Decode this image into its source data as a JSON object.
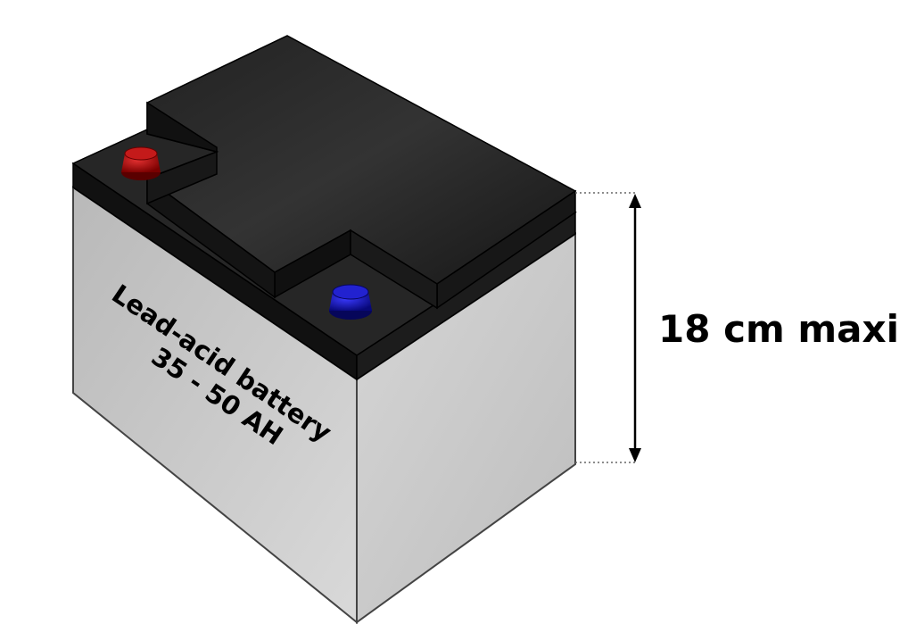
{
  "battery": {
    "label_line1": "Lead-acid battery",
    "label_line2": "35 - 50 AH",
    "colors": {
      "case_front": "#c4c4c4",
      "case_side": "#d2d2d2",
      "lid": "#1a1a1a",
      "positive_terminal": "#b00000",
      "negative_terminal": "#1010c0"
    },
    "terminals": [
      {
        "polarity": "positive",
        "color": "red"
      },
      {
        "polarity": "negative",
        "color": "blue"
      }
    ]
  },
  "dimension": {
    "label": "18 cm maxi",
    "arrow_icon": "double-headed-vertical-arrow"
  }
}
